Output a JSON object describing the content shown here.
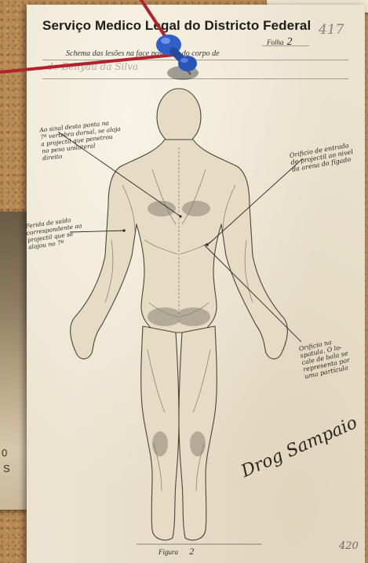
{
  "document": {
    "header_title": "Serviço Medico Legal do Districto Federal",
    "doc_number": "417",
    "folha_label": "Folha",
    "folha_number": "2",
    "schema_text": "Schema das lesões          na face posterior do corpo de",
    "victim_name_script": "de Bellyau da Silva",
    "figure_label": "Figura",
    "figure_number": "2",
    "page_number": "420",
    "signature": "Drog Sampaio"
  },
  "annotations": [
    "Ao sinal desta ponta na\n7ª vertebra dorsal, se aloja\na projectil que penetrou\nno peso unilateral\ndireito",
    "Orificio de entrada\nde projectil ao nivel\nda arena do fígado",
    "Ferida de saída\ncorrespondente ao\nprojectil que se\nalojou no 7º",
    "Orificio na\nspatula. O lo-\ncale de bala se\nrepresenta por\numa partícula"
  ],
  "left_photo_fragments": [
    "0",
    "S"
  ],
  "colors": {
    "paper": "#ebe3cf",
    "cork": "#b98a55",
    "string": "#b1222c",
    "pin": "#2f5fc7",
    "ink": "#1f1c1a"
  },
  "icons": {
    "pin": "push-pin-icon",
    "figure": "body-diagram-posterior"
  }
}
